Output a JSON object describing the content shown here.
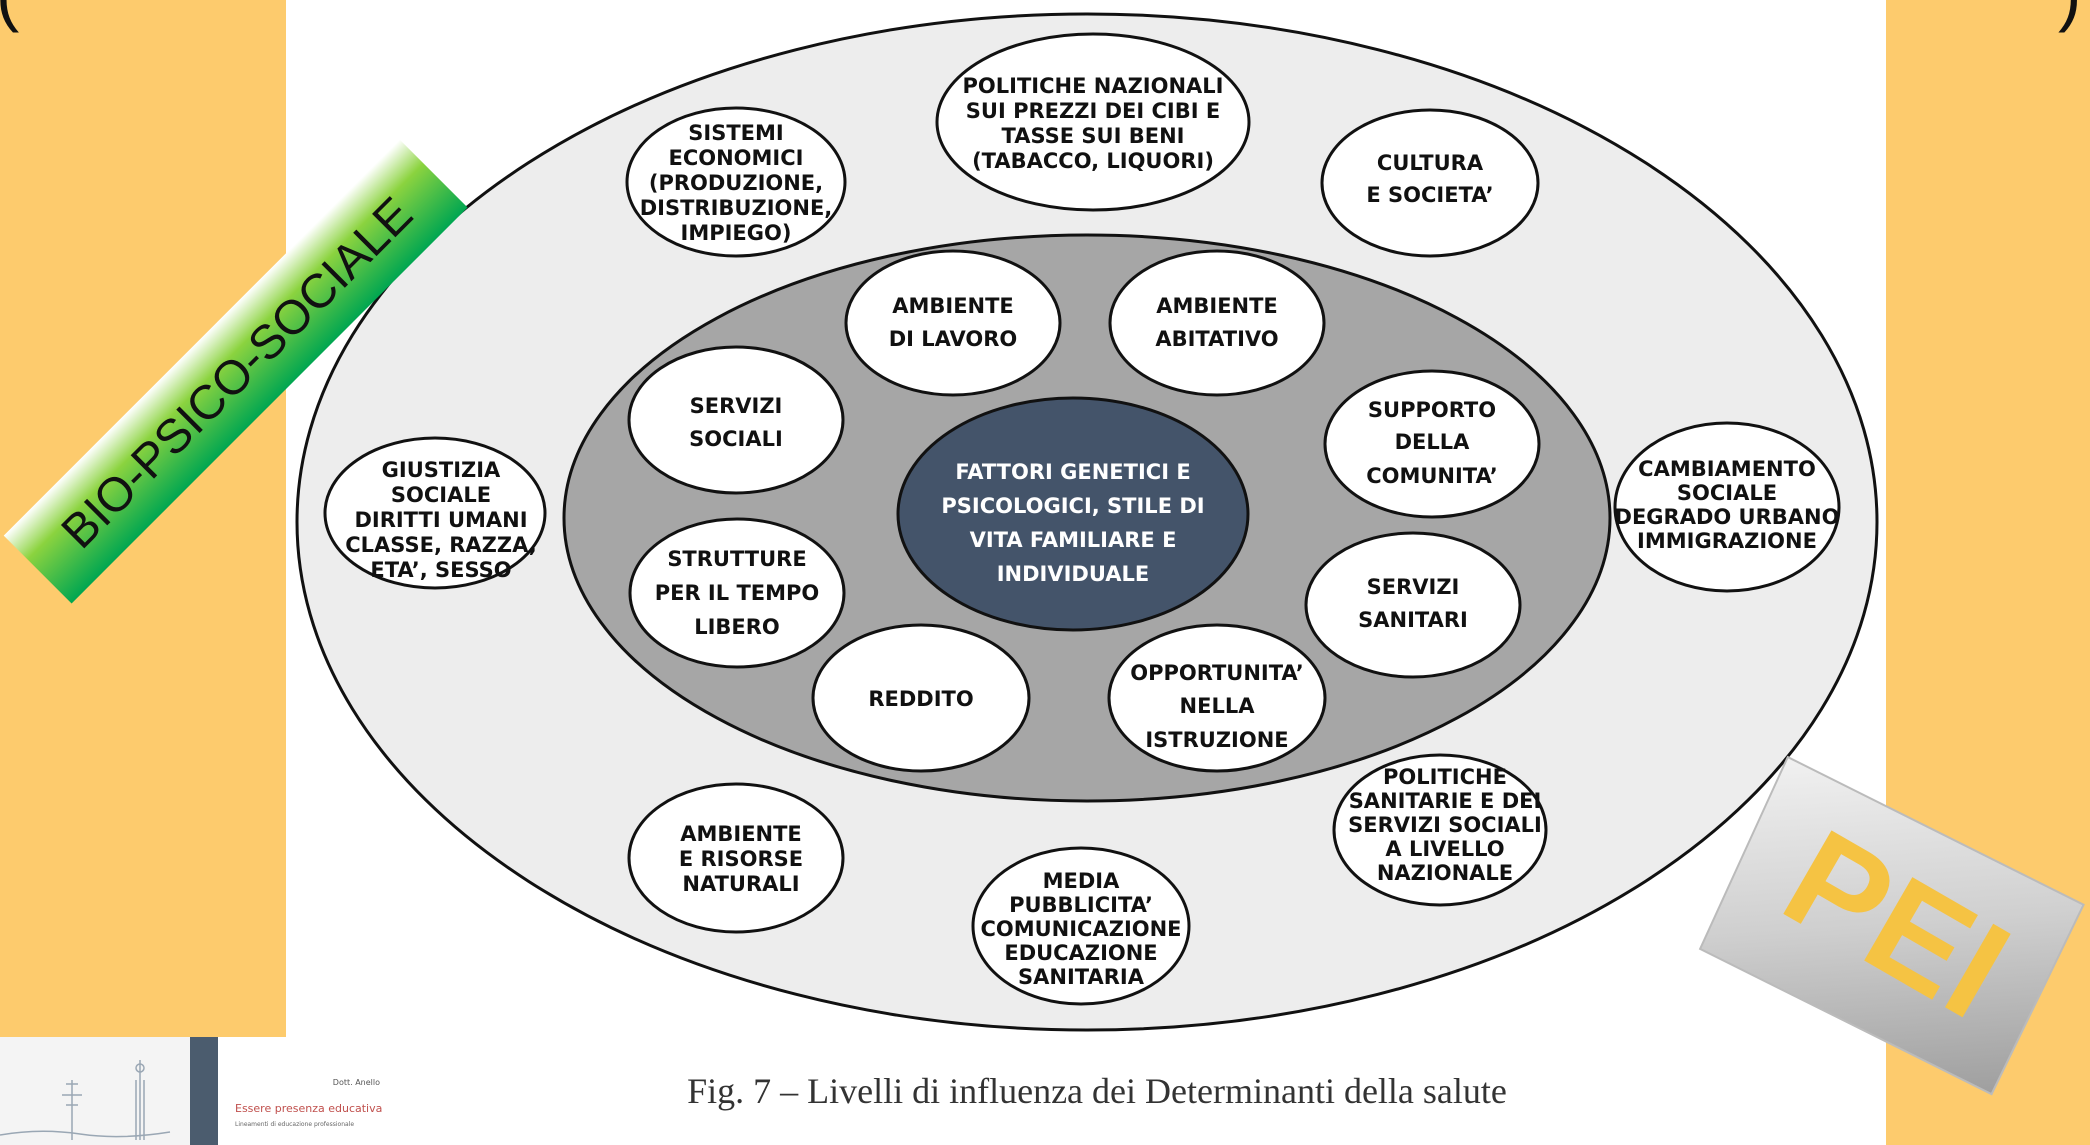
{
  "ribbon": {
    "text": "BIO-PSICO-SOCIALE",
    "colors": [
      "#00A651",
      "#8BD33F",
      "#ffffff"
    ]
  },
  "badge": {
    "text": "PEI",
    "text_color": "#F5C343"
  },
  "caption": "Fig. 7 – Livelli di influenza dei Determinanti della salute",
  "book_cover": {
    "title": "Essere presenza educativa",
    "subtitle": "Lineamenti di educazione professionale",
    "author": "Dott. Anello"
  },
  "diagram": {
    "core": {
      "lines": [
        "FATTORI GENETICI E",
        "PSICOLOGICI, STILE DI",
        "VITA FAMILIARE E",
        "INDIVIDUALE"
      ],
      "color": "#44546A"
    },
    "middle": [
      {
        "id": "ambiente-lavoro",
        "lines": [
          "AMBIENTE",
          "DI LAVORO"
        ]
      },
      {
        "id": "ambiente-abitativo",
        "lines": [
          "AMBIENTE",
          "ABITATIVO"
        ]
      },
      {
        "id": "servizi-sociali",
        "lines": [
          "SERVIZI",
          "SOCIALI"
        ]
      },
      {
        "id": "supporto-comunita",
        "lines": [
          "SUPPORTO",
          "DELLA",
          "COMUNITA’"
        ]
      },
      {
        "id": "strutture-tempo-libero",
        "lines": [
          "STRUTTURE",
          "PER IL TEMPO",
          "LIBERO"
        ]
      },
      {
        "id": "servizi-sanitari",
        "lines": [
          "SERVIZI",
          "SANITARI"
        ]
      },
      {
        "id": "reddito",
        "lines": [
          "REDDITO"
        ]
      },
      {
        "id": "opportunita-istruzione",
        "lines": [
          "OPPORTUNITA’",
          "NELLA",
          "ISTRUZIONE"
        ]
      }
    ],
    "outer": [
      {
        "id": "politiche-nazionali",
        "lines": [
          "POLITICHE NAZIONALI",
          "SUI PREZZI DEI CIBI E",
          "TASSE SUI BENI",
          "(TABACCO, LIQUORI)"
        ]
      },
      {
        "id": "sistemi-economici",
        "lines": [
          "SISTEMI",
          "ECONOMICI",
          "(PRODUZIONE,",
          "DISTRIBUZIONE,",
          "IMPIEGO)"
        ]
      },
      {
        "id": "cultura-societa",
        "lines": [
          "CULTURA",
          "E SOCIETA’"
        ]
      },
      {
        "id": "giustizia-sociale",
        "lines": [
          "GIUSTIZIA",
          "SOCIALE",
          "DIRITTI UMANI",
          "CLASSE, RAZZA,",
          "ETA’, SESSO"
        ]
      },
      {
        "id": "cambiamento-sociale",
        "lines": [
          "CAMBIAMENTO",
          "SOCIALE",
          "DEGRADO URBANO",
          "IMMIGRAZIONE"
        ]
      },
      {
        "id": "ambiente-risorse",
        "lines": [
          "AMBIENTE",
          "E RISORSE",
          "NATURALI"
        ]
      },
      {
        "id": "media",
        "lines": [
          "MEDIA",
          "PUBBLICITA’",
          "COMUNICAZIONE",
          "EDUCAZIONE",
          "SANITARIA"
        ]
      },
      {
        "id": "politiche-sanitarie",
        "lines": [
          "POLITICHE",
          "SANITARIE E DEI",
          "SERVIZI SOCIALI",
          "A LIVELLO",
          "NAZIONALE"
        ]
      }
    ]
  }
}
